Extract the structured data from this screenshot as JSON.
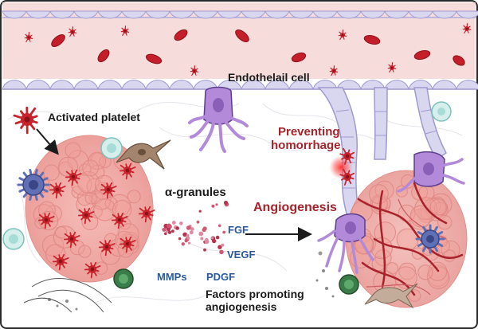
{
  "labels": {
    "endothelial": "Endothelail cell",
    "activated_platelet": "Activated platelet",
    "preventing": "Preventing",
    "hemorrhage": "homorrhage",
    "alpha_granules": "α-granules",
    "angiogenesis": "Angiogenesis",
    "fgf": "FGF",
    "vegf": "VEGF",
    "mmps": "MMPs",
    "pdgf": "PDGF",
    "factors_line1": "Factors promoting",
    "factors_line2": "angiogenesis"
  },
  "colors": {
    "vessel_fill": "#f7dcdc",
    "endothelium": "#d9d7ef",
    "platelet_red": "#c8232c",
    "rbc_red": "#c41e2a",
    "tumor_pink": "#f1a9a5",
    "cell_purple": "#b28ad9",
    "label_red": "#a3242b",
    "label_blue": "#2b5a9c",
    "frame": "#2b2b2b"
  }
}
